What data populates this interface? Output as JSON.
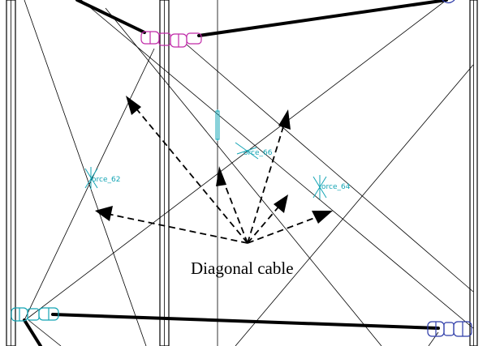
{
  "caption": {
    "text": "Diagonal cable"
  },
  "force_markers": [
    {
      "id": "force_62",
      "label": "orce_62"
    },
    {
      "id": "force_66",
      "label": "orce_66"
    },
    {
      "id": "force_64",
      "label": "orce_64"
    }
  ],
  "colors": {
    "joint_top": "#c02aa8",
    "joint_left": "#13a4b4",
    "joint_right": "#2c3aa8",
    "force_marker": "#13a4b4"
  },
  "icons": {
    "joint": "hinge-joint-icon",
    "force": "force-marker-icon",
    "arrow": "arrow-icon"
  }
}
